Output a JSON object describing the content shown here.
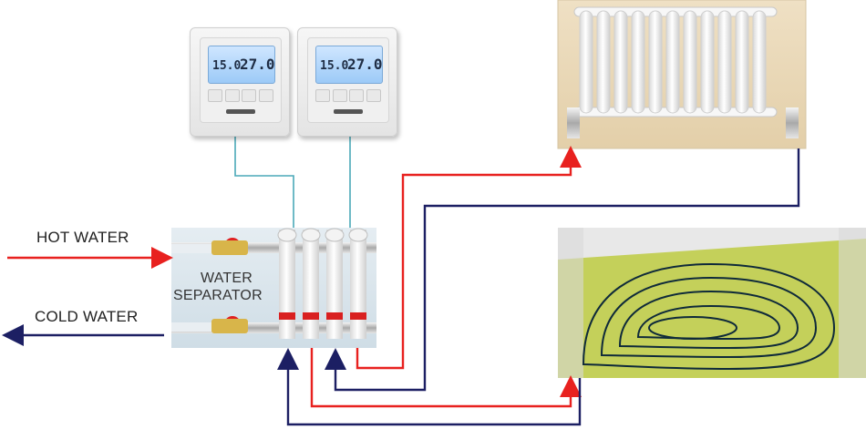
{
  "labels": {
    "hot_water": "HOT  WATER",
    "cold_water": "COLD WATER",
    "separator_line1": "WATER",
    "separator_line2": "SEPARATOR"
  },
  "thermostats": [
    {
      "set_temp": "15.0",
      "room_temp": "27.0"
    },
    {
      "set_temp": "15.0",
      "room_temp": "27.0"
    }
  ],
  "colors": {
    "hot_pipe": "#e8211f",
    "cold_pipe": "#1c1f63",
    "signal_wire": "#4aa9b8",
    "floor_mat": "#c4d05a",
    "floor_pipe": "#0f2a3a"
  }
}
